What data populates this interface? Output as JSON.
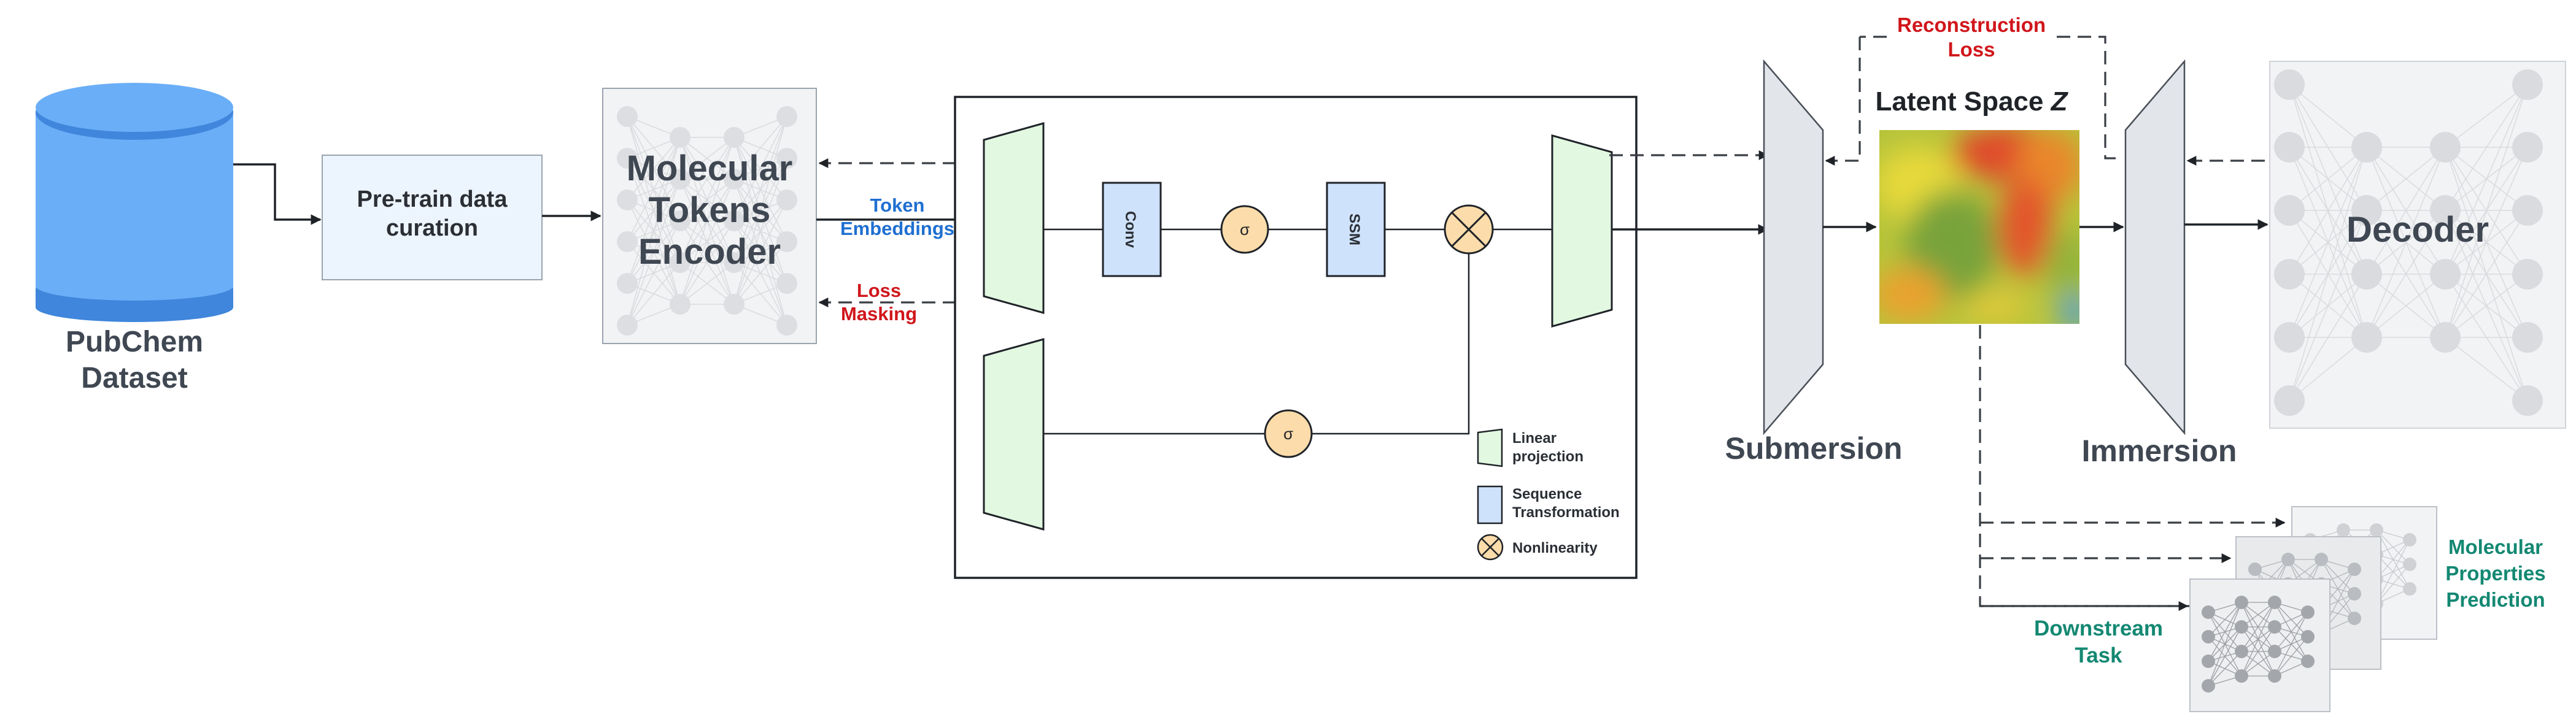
{
  "colors": {
    "blue_label": "#1f6fd1",
    "red_label": "#d0161b",
    "green_label": "#138872",
    "linear_projection_fill": "#e2f8e1",
    "sequence_fill": "#cfe2fb",
    "nonlinearity_fill": "#fbdcaa",
    "cylinder": "#6aaef7",
    "cylinder_dark": "#3f86dc",
    "curation_fill": "#ecf4fd"
  },
  "dataset": {
    "line1": "PubChem",
    "line2": "Dataset",
    "icon": "database-cylinder-icon"
  },
  "curation": {
    "line1": "Pre-train data",
    "line2": "curation"
  },
  "encoder": {
    "line1": "Molecular",
    "line2": "Tokens",
    "line3": "Encoder"
  },
  "token_embeddings": {
    "line1": "Token",
    "line2": "Embeddings"
  },
  "loss_masking": {
    "line1": "Loss",
    "line2": "Masking"
  },
  "mamba_block": {
    "conv_label": "Conv",
    "ssm_label": "SSM",
    "sigma_top": "σ",
    "sigma_bottom": "σ",
    "product_icon": "circled-times-icon"
  },
  "legend": {
    "items": [
      {
        "line1": "Linear",
        "line2": "projection",
        "icon": "green-trapezoid-swatch"
      },
      {
        "line1": "Sequence",
        "line2": "Transformation",
        "icon": "blue-square-swatch"
      },
      {
        "line1": "Nonlinearity",
        "line2": "",
        "icon": "circled-times-icon"
      }
    ]
  },
  "submersion": "Submersion",
  "immersion": "Immersion",
  "latent_space": {
    "title": "Latent Space ",
    "symbol": "Z"
  },
  "reconstruction": {
    "line1": "Reconstruction",
    "line2": "Loss"
  },
  "decoder": "Decoder",
  "downstream": {
    "line1": "Downstream",
    "line2": "Task"
  },
  "properties": {
    "line1": "Molecular",
    "line2": "Properties",
    "line3": "Prediction"
  }
}
